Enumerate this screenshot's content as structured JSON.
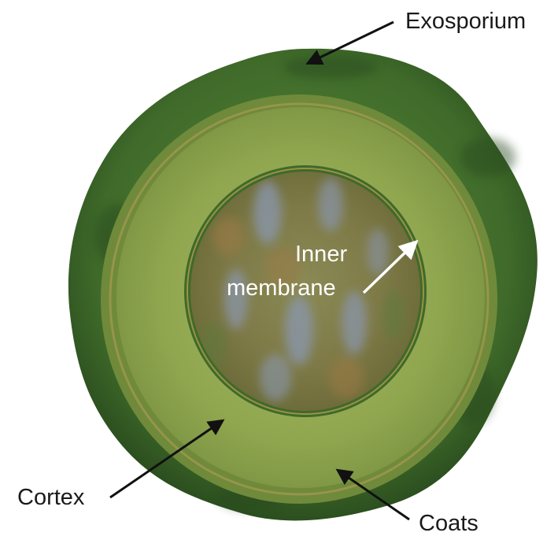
{
  "diagram": {
    "labels": {
      "exosporium": "Exosporium",
      "inner_membrane_line1": "Inner",
      "inner_membrane_line2": "membrane",
      "cortex": "Cortex",
      "coats": "Coats"
    },
    "colors": {
      "background": "#ffffff",
      "exosporium_outer": "#3f6a2a",
      "exosporium_dark": "#2c4f1f",
      "coat_band": "#6f8a3a",
      "cortex": "#8fa54e",
      "cortex_light": "#9db35c",
      "inner_membrane": "#3e6a2b",
      "core_base": "#7f7a45",
      "core_blue": "#8a97b0",
      "label_dark": "#1a1a1a",
      "label_light": "#ffffff"
    }
  }
}
